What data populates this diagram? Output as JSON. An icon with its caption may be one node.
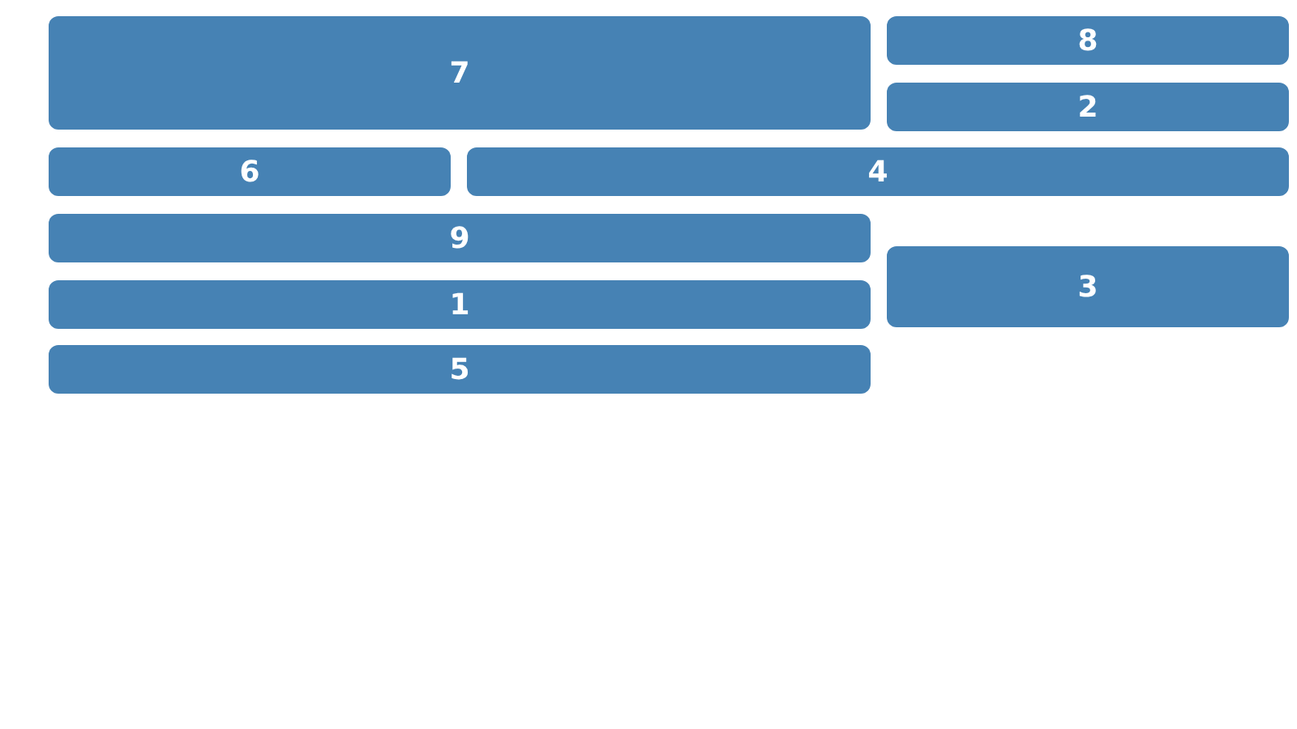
{
  "diagram": {
    "nodes": [
      {
        "text": [
          "7"
        ]
      },
      {
        "text": [
          "8"
        ]
      },
      {
        "text": [
          "2"
        ]
      },
      {
        "text": [
          "6"
        ]
      },
      {
        "text": [
          "4"
        ]
      },
      {
        "text": [
          "9"
        ]
      },
      {
        "text": [
          "3"
        ]
      },
      {
        "text": [
          "1"
        ]
      },
      {
        "text": [
          "5"
        ]
      }
    ]
  }
}
